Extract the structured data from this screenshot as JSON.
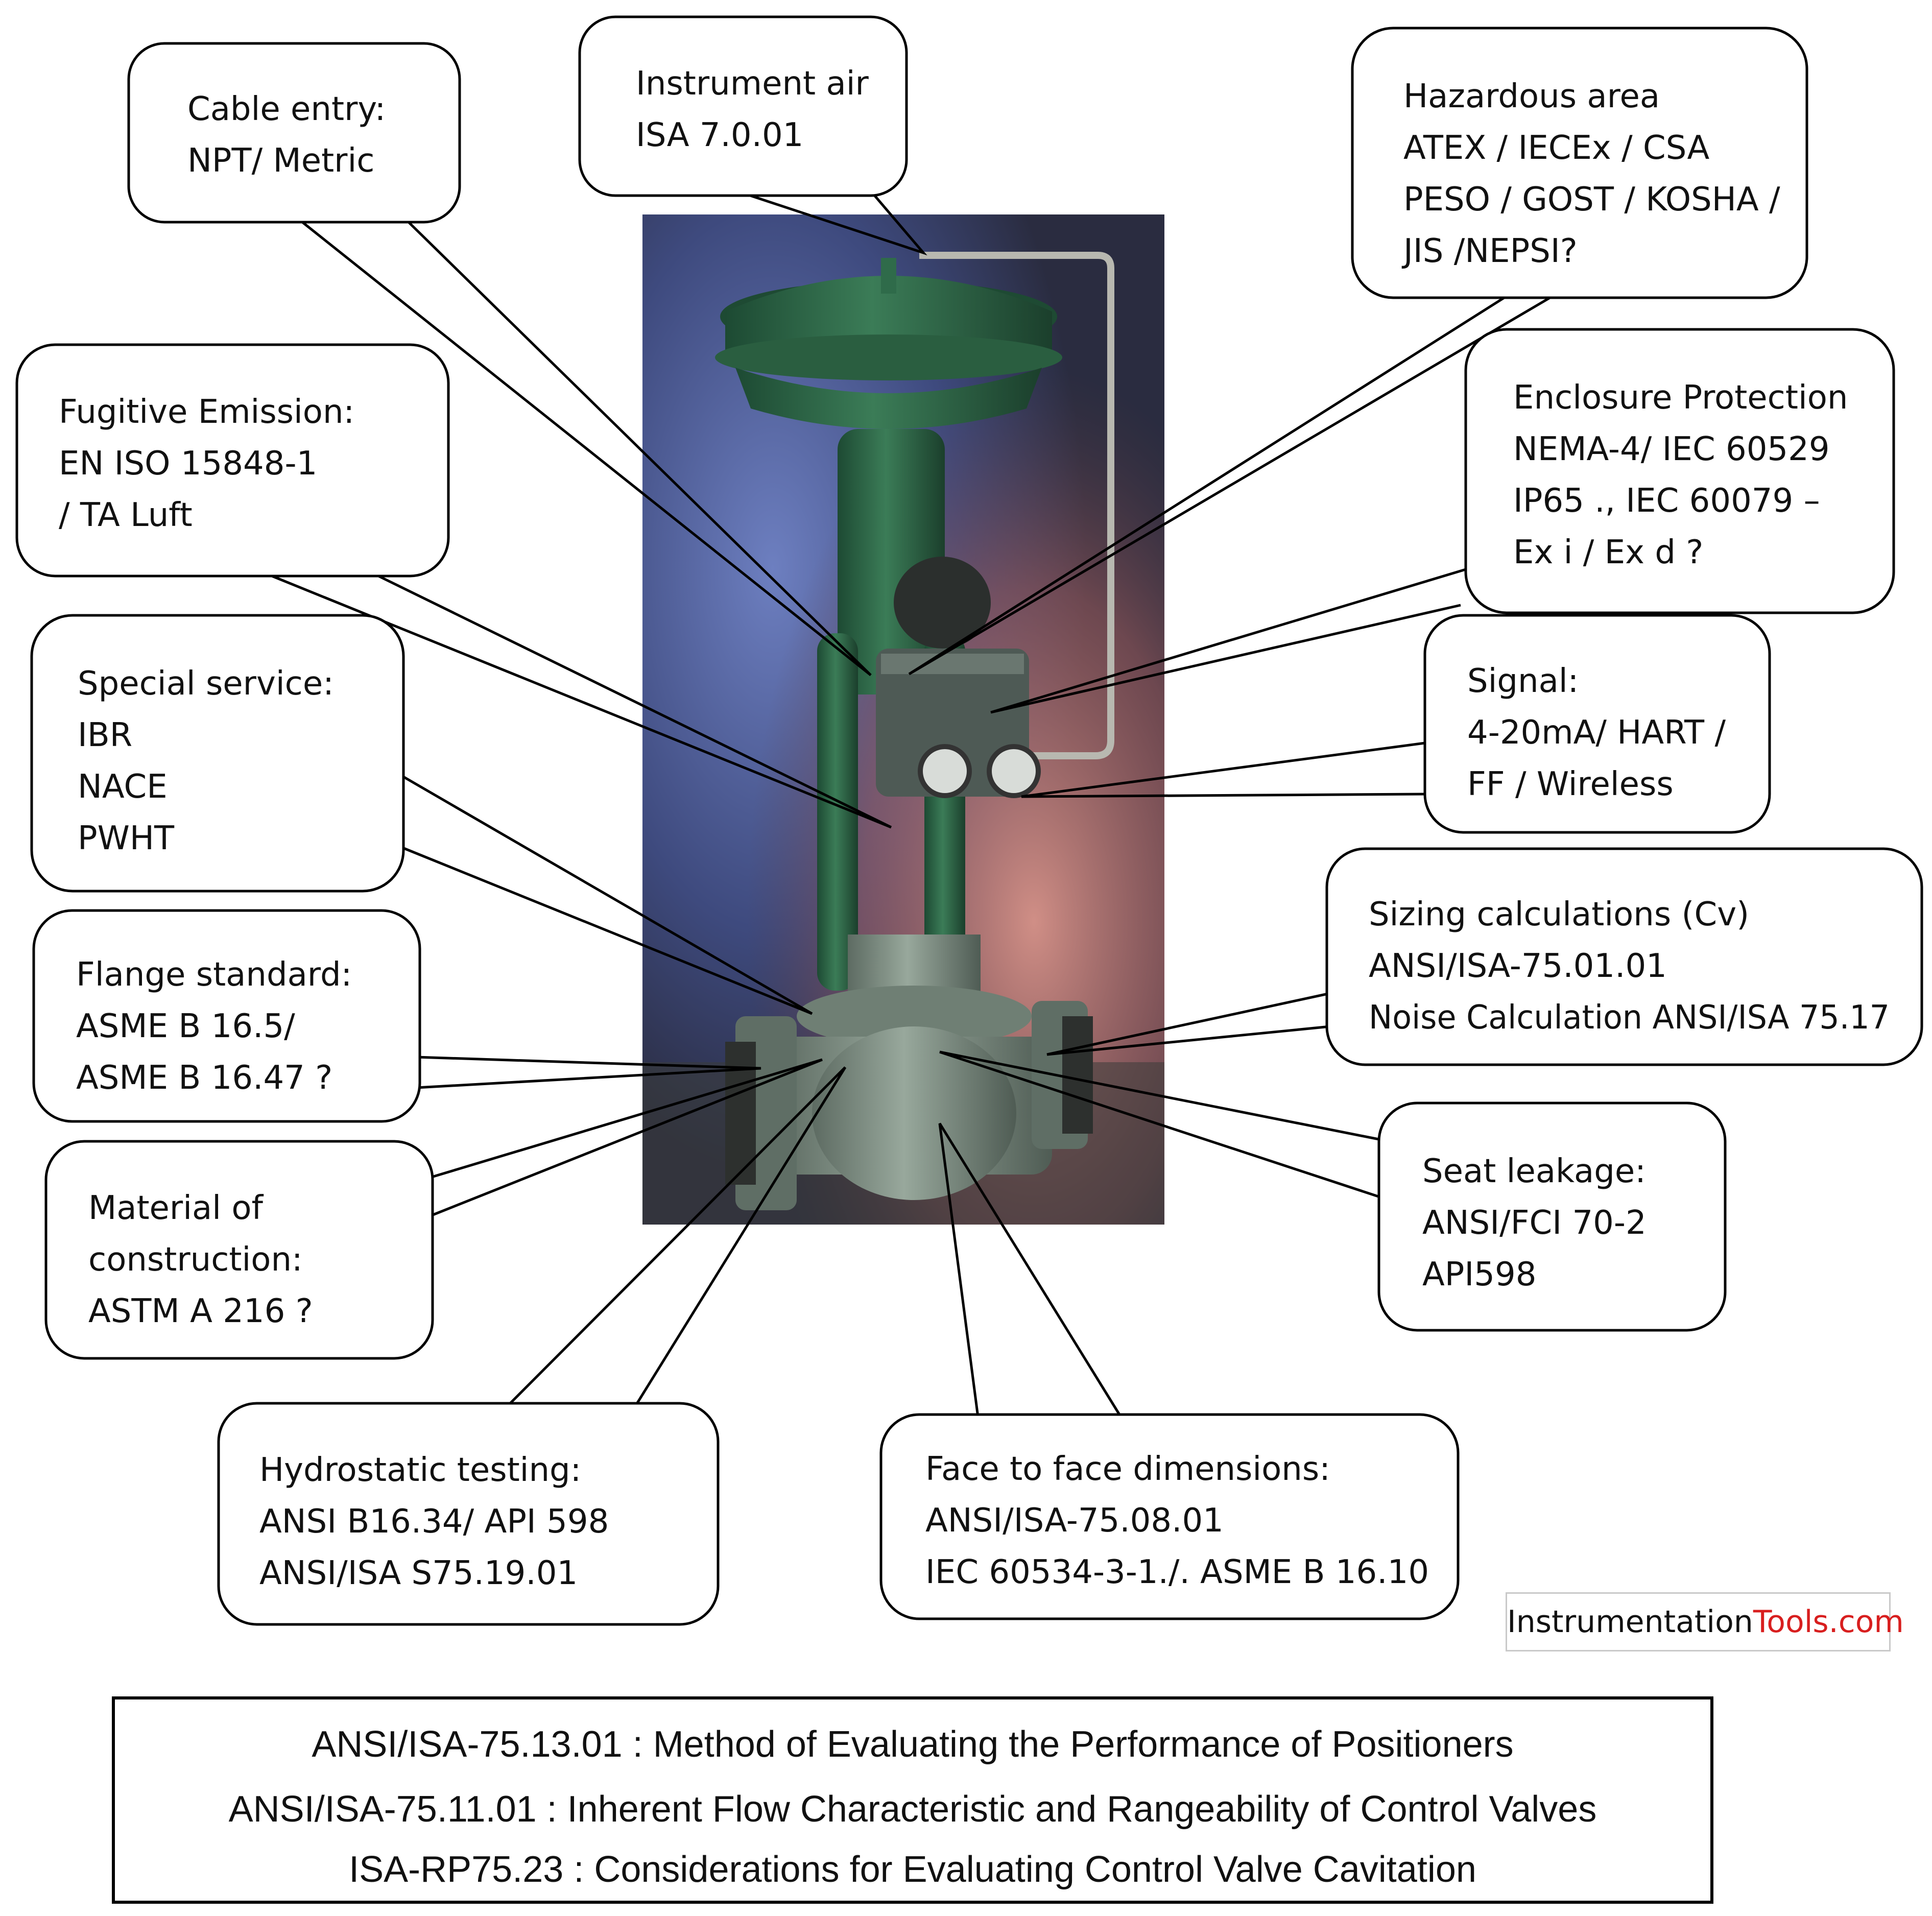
{
  "callouts": {
    "cable_entry": [
      "Cable entry:",
      "NPT/ Metric"
    ],
    "instrument_air": [
      "Instrument air",
      "ISA 7.0.01"
    ],
    "hazardous_area": [
      "Hazardous area",
      "ATEX / IECEx / CSA",
      "PESO / GOST / KOSHA /",
      "JIS /NEPSI?"
    ],
    "fugitive_emission": [
      "Fugitive Emission:",
      "EN ISO 15848-1",
      "/ TA Luft"
    ],
    "enclosure_protection": [
      "Enclosure Protection",
      "NEMA-4/ IEC 60529",
      "IP65 ., IEC 60079 –",
      "Ex i / Ex d ?"
    ],
    "special_service": [
      "Special service:",
      "IBR",
      "NACE",
      "PWHT"
    ],
    "signal": [
      "Signal:",
      "4-20mA/ HART /",
      "FF / Wireless"
    ],
    "sizing": [
      "Sizing calculations (Cv)",
      "ANSI/ISA-75.01.01",
      "Noise Calculation ANSI/ISA 75.17"
    ],
    "flange_standard": [
      "Flange standard:",
      "ASME B 16.5/",
      "ASME B 16.47 ?"
    ],
    "seat_leakage": [
      "Seat leakage:",
      "ANSI/FCI 70-2",
      "API598"
    ],
    "material": [
      "Material of",
      "construction:",
      "ASTM A 216 ?"
    ],
    "hydrostatic": [
      "Hydrostatic testing:",
      "ANSI B16.34/ API 598",
      "ANSI/ISA S75.19.01"
    ],
    "face_to_face": [
      "Face to face dimensions:",
      "ANSI/ISA-75.08.01",
      "IEC 60534-3-1./. ASME B 16.10"
    ]
  },
  "brand": {
    "part1": "Instrumentation",
    "part2": "Tools",
    "part3": ".com"
  },
  "footer": {
    "lines": [
      "ANSI/ISA-75.13.01 : Method of Evaluating the Performance of Positioners",
      "ANSI/ISA-75.11.01 :  Inherent Flow Characteristic and Rangeability of Control Valves",
      "ISA-RP75.23 : Considerations for Evaluating Control Valve Cavitation"
    ]
  },
  "colors": {
    "valve_green": "#2f6b4a",
    "valve_body_gray": "#7f8f86",
    "brand_accent": "#d81e1e"
  }
}
